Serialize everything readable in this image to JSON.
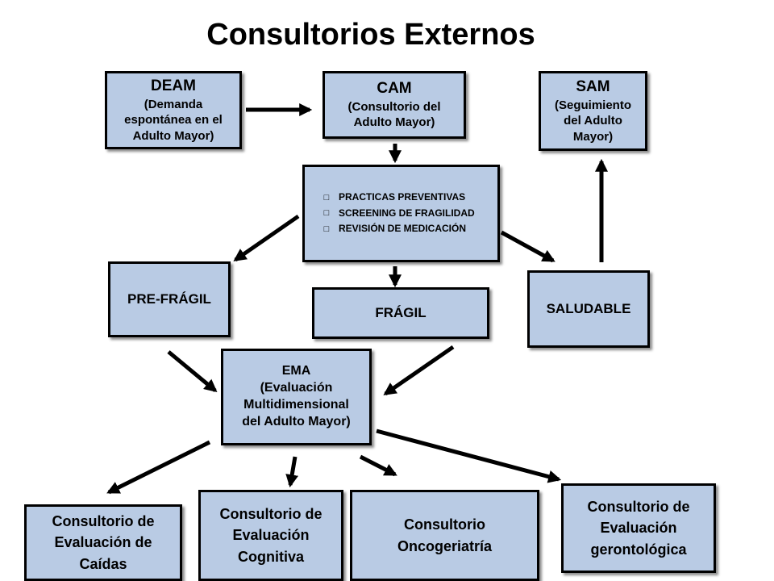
{
  "title": "Consultorios Externos",
  "deam": {
    "label": "DEAM",
    "detail": "(Demanda\nespontánea en el\nAdulto Mayor)"
  },
  "cam": {
    "label": "CAM",
    "detail": "(Consultorio del\nAdulto Mayor)"
  },
  "sam": {
    "label": "SAM",
    "detail": "(Seguimiento\ndel Adulto\nMayor)"
  },
  "screening": {
    "bullet": "□",
    "items": [
      "PRACTICAS PREVENTIVAS",
      "SCREENING DE FRAGILIDAD",
      "REVISIÓN DE MEDICACIÓN"
    ]
  },
  "states": {
    "prefragil": "PRE-FRÁGIL",
    "fragil": "FRÁGIL",
    "saludable": "SALUDABLE"
  },
  "ema": {
    "label": "EMA",
    "detail": "(Evaluación\nMultidimensional\ndel Adulto Mayor)"
  },
  "consultorios": {
    "caidas": "Consultorio de\nEvaluación de\nCaídas",
    "cognitiva": "Consultorio de\nEvaluación\nCognitiva",
    "onco": "Consultorio\nOncogeriatría",
    "geronto": "Consultorio de\nEvaluación\ngerontológica"
  },
  "colors": {
    "box_fill": "#b9cbe4",
    "border": "#000000"
  }
}
